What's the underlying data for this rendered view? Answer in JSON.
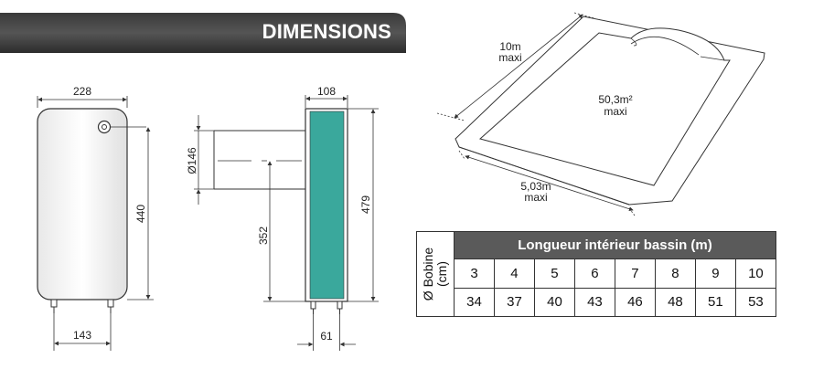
{
  "banner": {
    "title": "DIMENSIONS"
  },
  "front_view": {
    "width_label": "228",
    "height_label": "440",
    "pipe_spacing_label": "143"
  },
  "side_view": {
    "depth_label": "108",
    "diameter_label": "Ø146",
    "pipe_height_label": "352",
    "total_height_label": "479",
    "pipe_offset_label": "61",
    "panel_color": "#3aa89c"
  },
  "pool": {
    "width_label_value": "10m",
    "width_label_qualifier": "maxi",
    "area_label_value": "50,3m²",
    "area_label_qualifier": "maxi",
    "length_label_value": "5,03m",
    "length_label_qualifier": "maxi"
  },
  "table": {
    "row_header_line1": "Ø Bobine",
    "row_header_line2": "(cm)",
    "column_header": "Longueur intérieur bassin (m)",
    "lengths": [
      "3",
      "4",
      "5",
      "6",
      "7",
      "8",
      "9",
      "10"
    ],
    "coils": [
      "34",
      "37",
      "40",
      "43",
      "46",
      "48",
      "51",
      "53"
    ]
  }
}
